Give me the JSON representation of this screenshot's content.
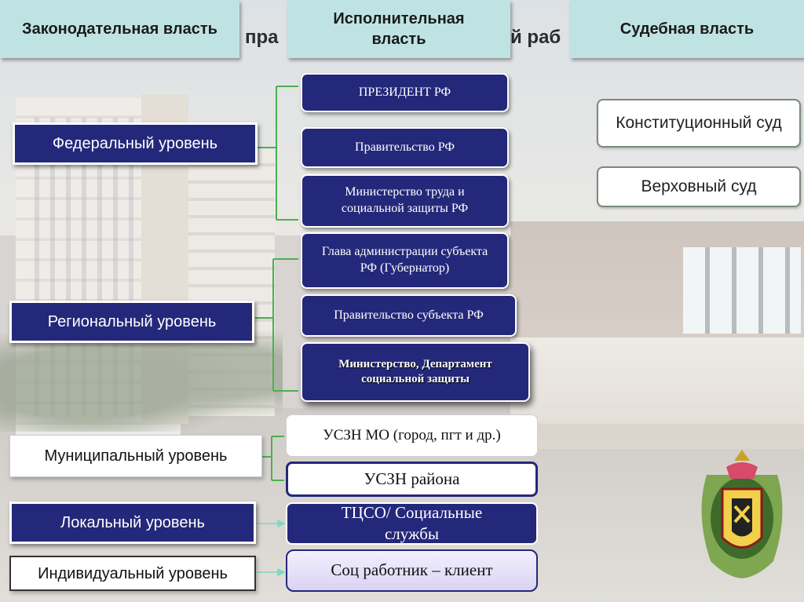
{
  "header": {
    "tabs": [
      {
        "label": "Законодательная власть"
      },
      {
        "label": "Исполнительная власть"
      },
      {
        "label": "Судебная власть"
      }
    ],
    "title_fragments": [
      "пра",
      "й раб"
    ]
  },
  "levels": {
    "federal": "Федеральный уровень",
    "regional": "Региональный уровень",
    "municipal": "Муниципальный  уровень",
    "local": "Локальный уровень",
    "individual": "Индивидуальный уровень"
  },
  "executive": {
    "president": "ПРЕЗИДЕНТ РФ",
    "government": "Правительство РФ",
    "ministry_labor": "Министерство труда и социальной защиты  РФ",
    "governor": "Глава администрации субъекта РФ (Губернатор)",
    "regional_government": "Правительство субъекта РФ",
    "social_dept": "Министерство, Департамент социальной защиты",
    "uszn_mo": "УСЗН МО (город, пгт и др.)",
    "uszn_district": "УСЗН района",
    "tcso": "ТЦСО/ Социальные службы",
    "social_worker": "Соц работник – клиент"
  },
  "judicial": {
    "constitutional_court": "Конституционный суд",
    "supreme_court": "Верховный суд"
  },
  "colors": {
    "navy": "#24287a",
    "tab": "#bfe3e3",
    "connector": "#4caf50"
  }
}
